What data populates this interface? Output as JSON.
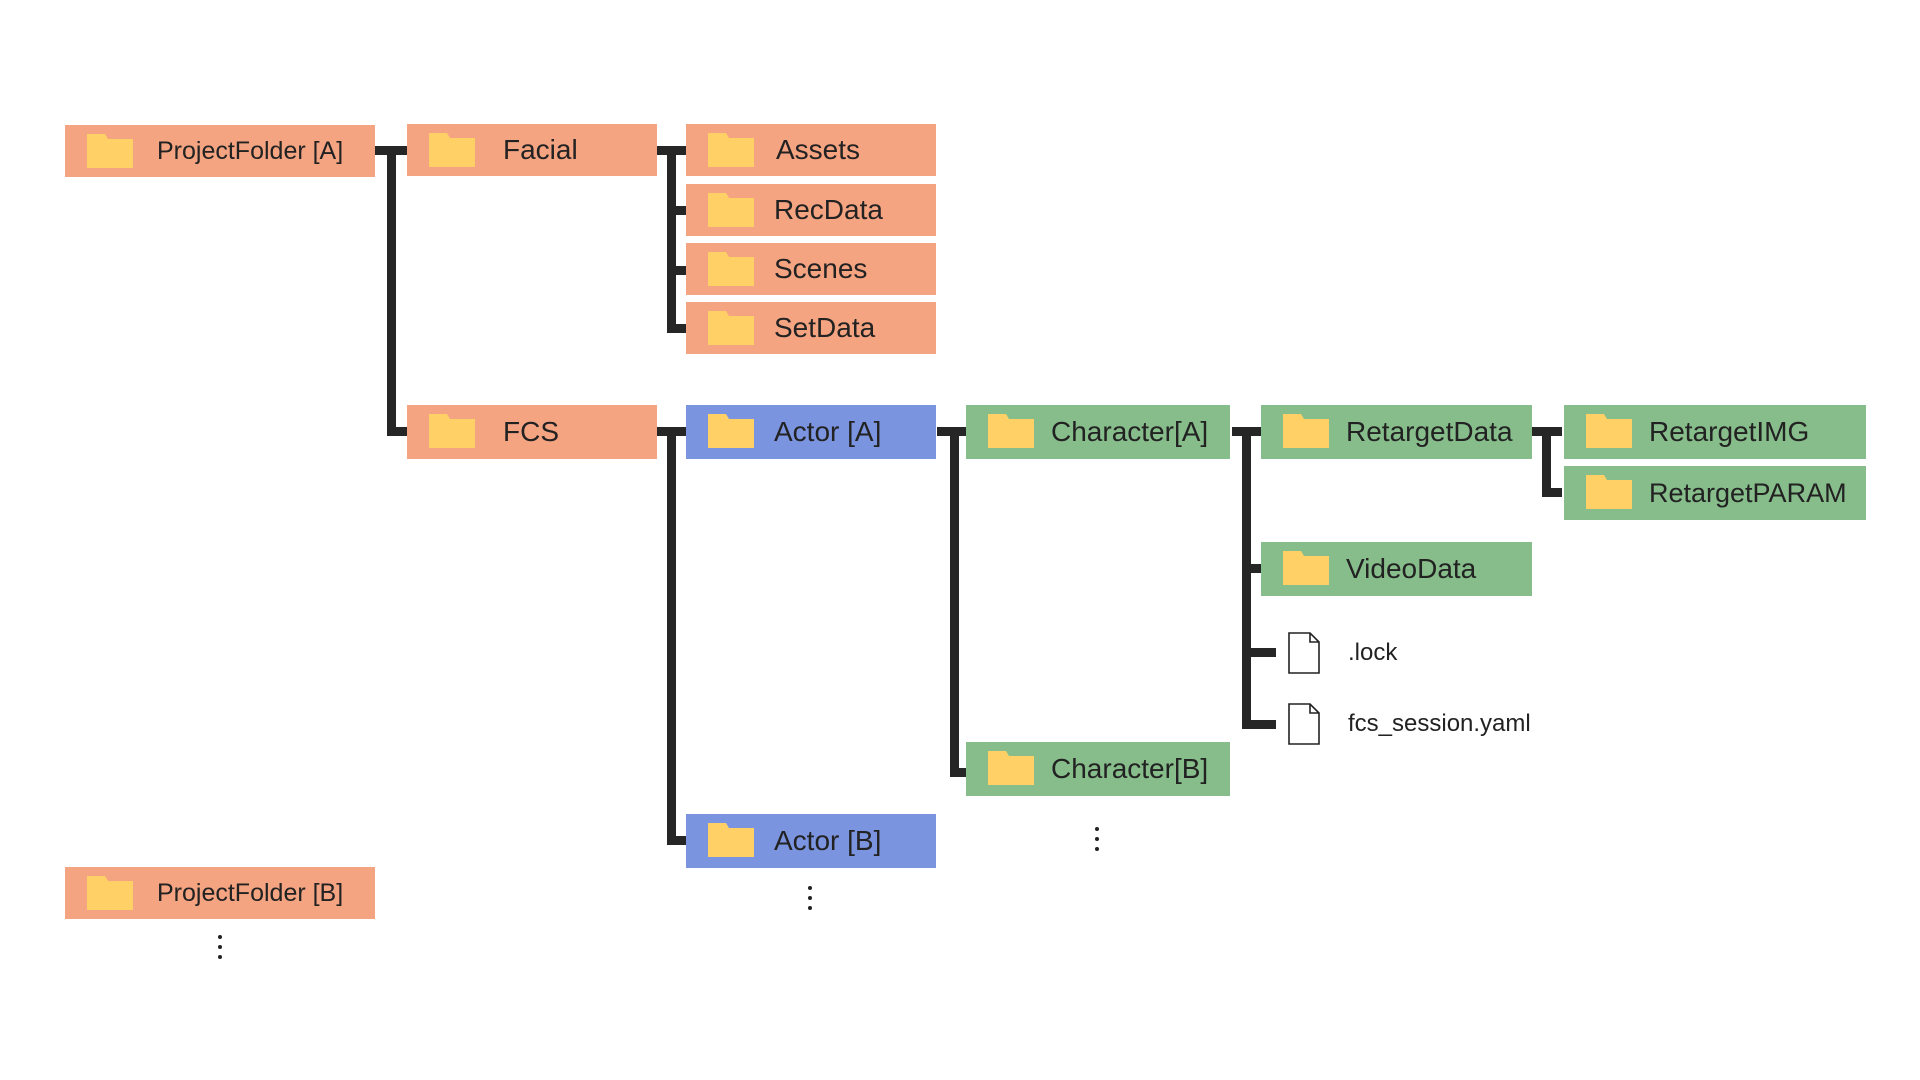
{
  "colors": {
    "orange": "#f5a482",
    "blue": "#7b94df",
    "green": "#86bd8a",
    "folder_icon": "#ffd066",
    "connector": "#262626"
  },
  "icons": {
    "folder": "folder-icon",
    "file": "file-icon"
  },
  "tree": {
    "project_a": "ProjectFolder [A]",
    "facial": "Facial",
    "assets": "Assets",
    "recdata": "RecData",
    "scenes": "Scenes",
    "setdata": "SetData",
    "fcs": "FCS",
    "actor_a": "Actor [A]",
    "actor_b": "Actor [B]",
    "character_a": "Character[A]",
    "character_b": "Character[B]",
    "retarget_data": "RetargetData",
    "retarget_img": "RetargetIMG",
    "retarget_param": "RetargetPARAM",
    "video_data": "VideoData",
    "lock_file": ".lock",
    "session_file": "fcs_session.yaml",
    "project_b": "ProjectFolder [B]"
  }
}
